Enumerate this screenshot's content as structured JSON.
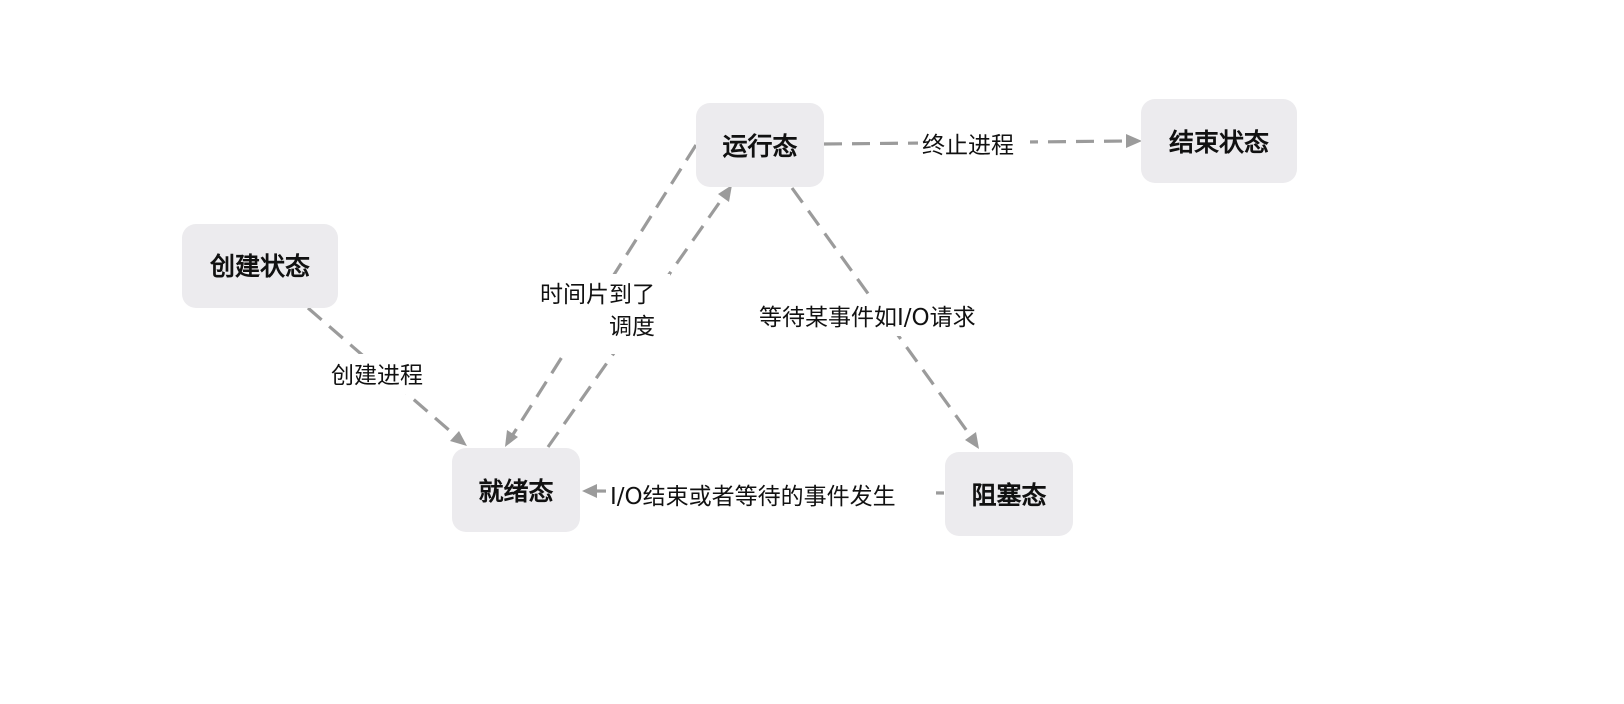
{
  "nodes": {
    "create": "创建状态",
    "running": "运行态",
    "end": "结束状态",
    "ready": "就绪态",
    "blocked": "阻塞态"
  },
  "edges": {
    "create_to_ready": "创建进程",
    "running_to_end": "终止进程",
    "running_to_ready_line1": "时间片到了",
    "ready_to_running": "调度",
    "running_to_blocked": "等待某事件如I/O请求",
    "blocked_to_ready": "I/O结束或者等待的事件发生"
  },
  "colors": {
    "node_fill": "#ecebee",
    "edge_stroke": "#9b9b9b",
    "text": "#111111"
  }
}
